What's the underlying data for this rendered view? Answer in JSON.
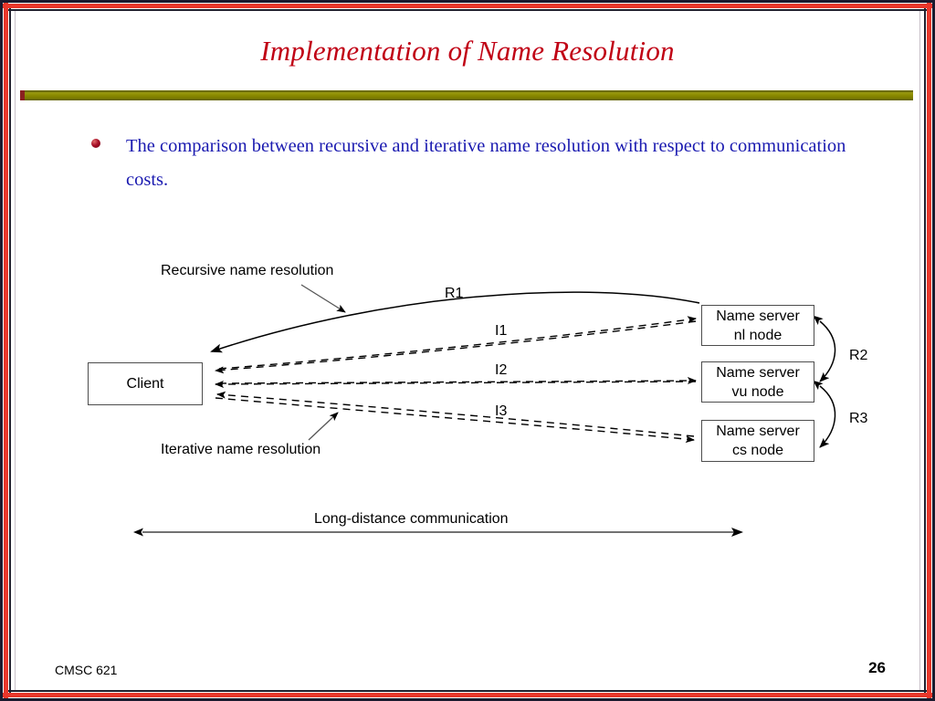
{
  "slide": {
    "title": "Implementation of Name Resolution",
    "title_color": "#c00014",
    "divider_color": "#808000",
    "frame_color": "#e8372b",
    "body_text_color": "#1a1ab0"
  },
  "bullet": {
    "marker": "sphere-bullet",
    "text": "The comparison between recursive and iterative name resolution with respect to communication costs."
  },
  "diagram": {
    "client": {
      "label": "Client"
    },
    "servers": [
      {
        "line1": "Name server",
        "line2": "nl node"
      },
      {
        "line1": "Name server",
        "line2": "vu node"
      },
      {
        "line1": "Name server",
        "line2": "cs node"
      }
    ],
    "annotations": {
      "recursive": "Recursive name resolution",
      "iterative": "Iterative name resolution",
      "long_distance": "Long-distance communication"
    },
    "edge_labels": {
      "r1": "R1",
      "i1": "I1",
      "i2": "I2",
      "i3": "I3",
      "r2": "R2",
      "r3": "R3"
    }
  },
  "footer": {
    "course": "CMSC 621",
    "page_number": "26"
  }
}
